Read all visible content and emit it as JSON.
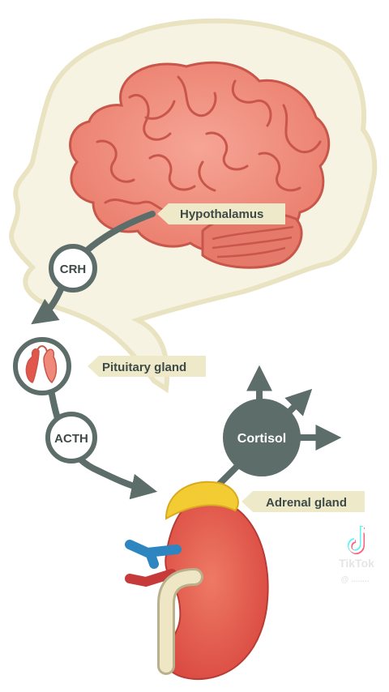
{
  "diagram": {
    "labels": {
      "hypothalamus": "Hypothalamus",
      "crh": "CRH",
      "pituitary": "Pituitary gland",
      "acth": "ACTH",
      "cortisol": "Cortisol",
      "adrenal": "Adrenal gland"
    },
    "watermark": {
      "brand": "TikTok",
      "handle": "@ ........"
    }
  },
  "colors": {
    "head_fill": "#f6f3e2",
    "head_outline": "#e9e3c2",
    "brain_fill": "#ef8a7a",
    "brain_stroke": "#c9564a",
    "arrow": "#5d6e6a",
    "label_bg": "#eeeac9",
    "label_text": "#3e4a47",
    "kidney": "#e2564c",
    "adrenal": "#f3cc33",
    "vein_blue": "#2e86c1",
    "artery_red": "#c73a3a",
    "ureter": "#efe6c6"
  }
}
